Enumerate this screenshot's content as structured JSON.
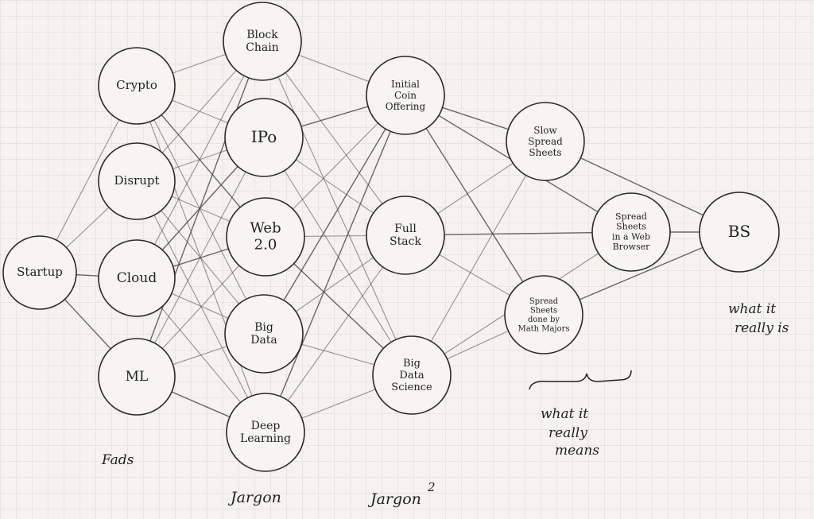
{
  "nodes": [
    {
      "id": "startup",
      "lines": [
        "Startup"
      ]
    },
    {
      "id": "crypto",
      "lines": [
        "Crypto"
      ]
    },
    {
      "id": "disrupt",
      "lines": [
        "Disrupt"
      ]
    },
    {
      "id": "cloud",
      "lines": [
        "Cloud"
      ]
    },
    {
      "id": "ml",
      "lines": [
        "ML"
      ]
    },
    {
      "id": "blockchain",
      "lines": [
        "Block",
        "Chain"
      ]
    },
    {
      "id": "ipo",
      "lines": [
        "IPo"
      ]
    },
    {
      "id": "web20",
      "lines": [
        "Web",
        "2.0"
      ]
    },
    {
      "id": "bigdata",
      "lines": [
        "Big",
        "Data"
      ]
    },
    {
      "id": "deeplearning",
      "lines": [
        "Deep",
        "Learning"
      ]
    },
    {
      "id": "ico",
      "lines": [
        "Initial",
        "Coin",
        "Offering"
      ]
    },
    {
      "id": "fullstack",
      "lines": [
        "Full",
        "Stack"
      ]
    },
    {
      "id": "bigdatascience",
      "lines": [
        "Big",
        "Data",
        "Science"
      ]
    },
    {
      "id": "slowspreadsheets",
      "lines": [
        "Slow",
        "Spread",
        "Sheets"
      ]
    },
    {
      "id": "spreadsheetsweb",
      "lines": [
        "Spread",
        "Sheets",
        "in a Web",
        "Browser"
      ]
    },
    {
      "id": "spreadsheetsmath",
      "lines": [
        "Spread",
        "Sheets",
        "done by",
        "Math Majors"
      ]
    },
    {
      "id": "bs",
      "lines": [
        "BS"
      ]
    }
  ],
  "edges": [
    [
      "startup",
      "crypto"
    ],
    [
      "startup",
      "disrupt"
    ],
    [
      "startup",
      "cloud"
    ],
    [
      "startup",
      "ml"
    ],
    [
      "crypto",
      "blockchain"
    ],
    [
      "crypto",
      "ipo"
    ],
    [
      "crypto",
      "web20"
    ],
    [
      "crypto",
      "bigdata"
    ],
    [
      "crypto",
      "deeplearning"
    ],
    [
      "disrupt",
      "blockchain"
    ],
    [
      "disrupt",
      "ipo"
    ],
    [
      "disrupt",
      "web20"
    ],
    [
      "disrupt",
      "bigdata"
    ],
    [
      "disrupt",
      "deeplearning"
    ],
    [
      "cloud",
      "blockchain"
    ],
    [
      "cloud",
      "ipo"
    ],
    [
      "cloud",
      "web20"
    ],
    [
      "cloud",
      "bigdata"
    ],
    [
      "cloud",
      "deeplearning"
    ],
    [
      "ml",
      "blockchain"
    ],
    [
      "ml",
      "ipo"
    ],
    [
      "ml",
      "web20"
    ],
    [
      "ml",
      "bigdata"
    ],
    [
      "ml",
      "deeplearning"
    ],
    [
      "blockchain",
      "ico"
    ],
    [
      "blockchain",
      "fullstack"
    ],
    [
      "blockchain",
      "bigdatascience"
    ],
    [
      "ipo",
      "ico"
    ],
    [
      "ipo",
      "fullstack"
    ],
    [
      "ipo",
      "bigdatascience"
    ],
    [
      "web20",
      "ico"
    ],
    [
      "web20",
      "fullstack"
    ],
    [
      "web20",
      "bigdatascience"
    ],
    [
      "bigdata",
      "ico"
    ],
    [
      "bigdata",
      "fullstack"
    ],
    [
      "bigdata",
      "bigdatascience"
    ],
    [
      "deeplearning",
      "ico"
    ],
    [
      "deeplearning",
      "fullstack"
    ],
    [
      "deeplearning",
      "bigdatascience"
    ],
    [
      "ico",
      "slowspreadsheets"
    ],
    [
      "ico",
      "spreadsheetsweb"
    ],
    [
      "ico",
      "spreadsheetsmath"
    ],
    [
      "fullstack",
      "slowspreadsheets"
    ],
    [
      "fullstack",
      "spreadsheetsweb"
    ],
    [
      "fullstack",
      "spreadsheetsmath"
    ],
    [
      "bigdatascience",
      "slowspreadsheets"
    ],
    [
      "bigdatascience",
      "spreadsheetsweb"
    ],
    [
      "bigdatascience",
      "spreadsheetsmath"
    ],
    [
      "slowspreadsheets",
      "bs"
    ],
    [
      "spreadsheetsweb",
      "bs"
    ],
    [
      "spreadsheetsmath",
      "bs"
    ]
  ],
  "captions": {
    "fads": "Fads",
    "jargon": "Jargon",
    "jargon2": "Jargon",
    "jargon2_sup": "2",
    "what_it_really_means": [
      "what it",
      "really",
      "means"
    ],
    "what_it_really_is": [
      "what it",
      "really is"
    ]
  }
}
